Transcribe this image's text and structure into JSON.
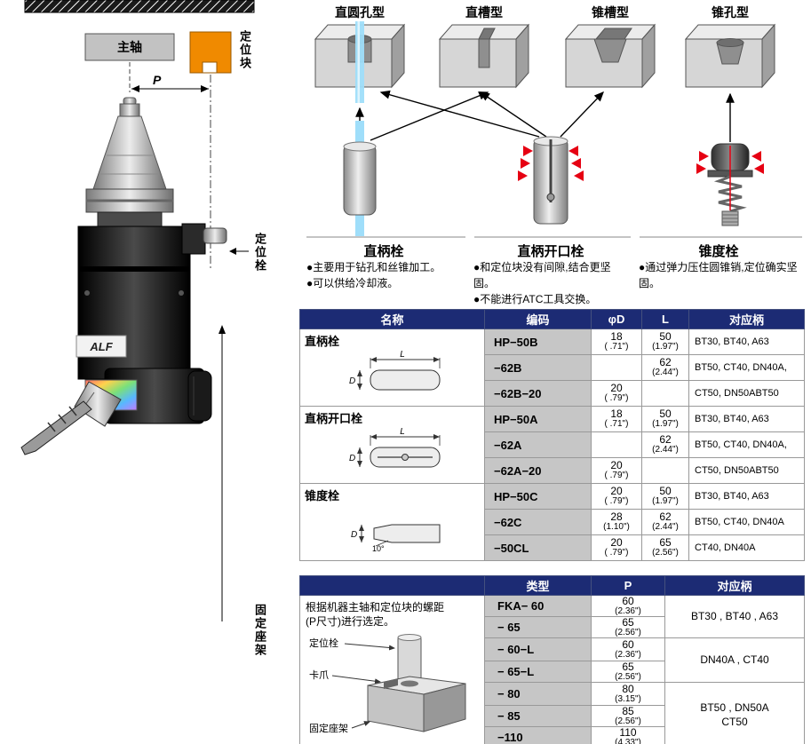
{
  "colors": {
    "header_navy": "#1c2b74",
    "code_gray": "#c6c6c6",
    "block_orange": "#f08a00",
    "pin_cyan": "#9fdefa",
    "accent_red": "#e60012"
  },
  "left_figure": {
    "spindle_label": "主轴",
    "block_label": "定位块",
    "pitch_label": "P",
    "pin_label": "定位栓",
    "mount_label": "固定座架",
    "body_label": "ALF"
  },
  "sockets": [
    {
      "title": "直圆孔型"
    },
    {
      "title": "直槽型"
    },
    {
      "title": "锥槽型"
    },
    {
      "title": "锥孔型"
    }
  ],
  "pins": [
    {
      "name": "直柄栓",
      "bullets": [
        "●主要用于钻孔和丝锥加工。",
        "●可以供给冷却液。"
      ]
    },
    {
      "name": "直柄开口栓",
      "bullets": [
        "●和定位块没有间隙,结合更坚固。",
        "●不能进行ATC工具交换。"
      ]
    },
    {
      "name": "锥度栓",
      "bullets": [
        "●通过弹力压住圆锥销,定位确实坚固。"
      ]
    }
  ],
  "drawing_labels": {
    "d": "D",
    "l": "L",
    "angle": "10°"
  },
  "table1": {
    "headers": [
      "名称",
      "编码",
      "φD",
      "L",
      "对应柄"
    ],
    "groups": [
      {
        "name": "直柄栓",
        "rows": [
          {
            "code": "HP−50B",
            "d": "18",
            "d_in": "( .71\")",
            "l": "50",
            "l_in": "(1.97\")",
            "shank": "BT30, BT40, A63"
          },
          {
            "code": "−62B",
            "d": "",
            "d_in": "",
            "l": "62",
            "l_in": "(2.44\")",
            "shank": "BT50, CT40, DN40A,"
          },
          {
            "code": "−62B−20",
            "d": "20",
            "d_in": "( .79\")",
            "l": "",
            "l_in": "",
            "shank": "CT50, DN50ABT50"
          }
        ]
      },
      {
        "name": "直柄开口栓",
        "rows": [
          {
            "code": "HP−50A",
            "d": "18",
            "d_in": "( .71\")",
            "l": "50",
            "l_in": "(1.97\")",
            "shank": "BT30, BT40, A63"
          },
          {
            "code": "−62A",
            "d": "",
            "d_in": "",
            "l": "62",
            "l_in": "(2.44\")",
            "shank": "BT50, CT40, DN40A,"
          },
          {
            "code": "−62A−20",
            "d": "20",
            "d_in": "( .79\")",
            "l": "",
            "l_in": "",
            "shank": "CT50, DN50ABT50"
          }
        ]
      },
      {
        "name": "锥度栓",
        "rows": [
          {
            "code": "HP−50C",
            "d": "20",
            "d_in": "( .79\")",
            "l": "50",
            "l_in": "(1.97\")",
            "shank": "BT30, BT40, A63"
          },
          {
            "code": "−62C",
            "d": "28",
            "d_in": "(1.10\")",
            "l": "62",
            "l_in": "(2.44\")",
            "shank": "BT50, CT40, DN40A"
          },
          {
            "code": "−50CL",
            "d": "20",
            "d_in": "( .79\")",
            "l": "65",
            "l_in": "(2.56\")",
            "shank": "CT40, DN40A"
          }
        ]
      }
    ]
  },
  "table2": {
    "headers": [
      "类型",
      "P",
      "对应柄"
    ],
    "note_line1": "根据机器主轴和定位块的螺距",
    "note_line2": "(P尺寸)进行选定。",
    "diagram_labels": {
      "pin": "定位栓",
      "claw": "卡爪",
      "mount": "固定座架"
    },
    "rows": [
      {
        "type": "FKA− 60",
        "p": "60",
        "p_in": "(2.36\")"
      },
      {
        "type": "− 65",
        "p": "65",
        "p_in": "(2.56\")"
      },
      {
        "type": "− 60−L",
        "p": "60",
        "p_in": "(2.36\")"
      },
      {
        "type": "− 65−L",
        "p": "65",
        "p_in": "(2.56\")"
      },
      {
        "type": "− 80",
        "p": "80",
        "p_in": "(3.15\")"
      },
      {
        "type": "− 85",
        "p": "85",
        "p_in": "(2.56\")"
      },
      {
        "type": "−110",
        "p": "110",
        "p_in": "(4.33\")"
      }
    ],
    "shanks": [
      {
        "lines": [
          "BT30 , BT40 , A63"
        ]
      },
      {
        "lines": [
          "DN40A , CT40"
        ]
      },
      {
        "lines": [
          "BT50 , DN50A",
          "CT50"
        ]
      }
    ]
  }
}
